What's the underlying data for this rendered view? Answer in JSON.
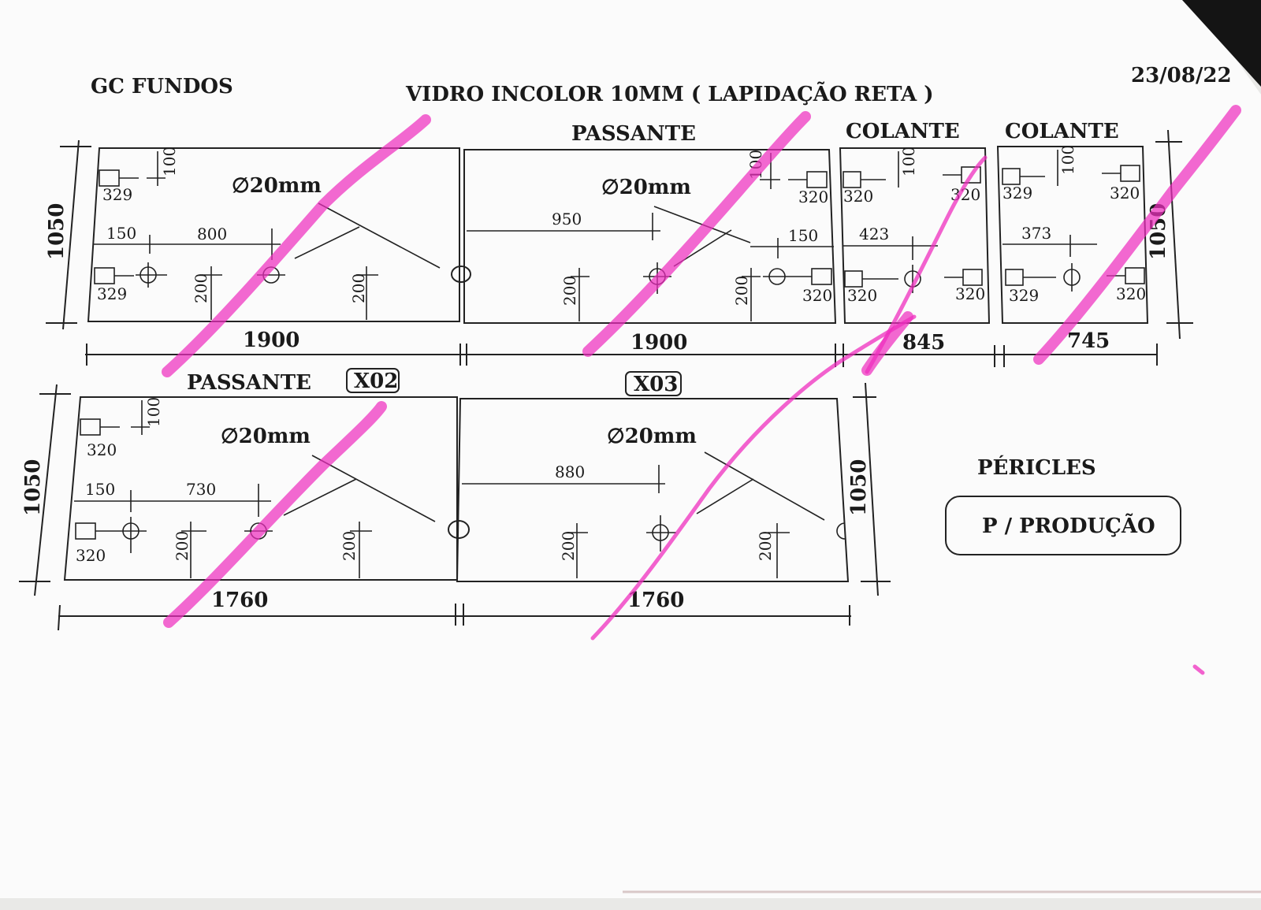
{
  "header": {
    "client": "GC  FUNDOS",
    "material": "VIDRO INCOLOR 10MM ( LAPIDAÇÃO RETA )",
    "date": "23/08/22"
  },
  "row1": {
    "height_left": "1050",
    "height_right": "1050",
    "label_passante": "PASSANTE",
    "label_colante_1": "COLANTE",
    "label_colante_2": "COLANTE",
    "p1": {
      "top_offset": "100",
      "d329a": "329",
      "hole": "∅20mm",
      "d150": "150",
      "d800": "800",
      "d329b": "329",
      "d200a": "200",
      "d200b": "200",
      "width": "1900"
    },
    "p2": {
      "top_offset": "100",
      "d320a": "320",
      "hole": "∅20mm",
      "d950": "950",
      "d150": "150",
      "d200a": "200",
      "d200b": "200",
      "d320b": "320",
      "width": "1900"
    },
    "p3": {
      "top_offset": "100",
      "d320a": "320",
      "d320b": "320",
      "d423": "423",
      "d320c": "320",
      "d320d": "320",
      "width": "845"
    },
    "p4": {
      "top_offset": "100",
      "d329a": "329",
      "d320a": "320",
      "d373": "373",
      "d329b": "329",
      "d320b": "320",
      "width": "745"
    }
  },
  "row2": {
    "height_left": "1050",
    "height_right": "1050",
    "label_passante": "PASSANTE",
    "tag_x02": "X02",
    "tag_x03": "X03",
    "p5": {
      "top_offset": "100",
      "d320a": "320",
      "hole": "∅20mm",
      "d150": "150",
      "d730": "730",
      "d320b": "320",
      "d200a": "200",
      "d200b": "200",
      "width": "1760"
    },
    "p6": {
      "hole": "∅20mm",
      "d880": "880",
      "d200a": "200",
      "d200b": "200",
      "width": "1760"
    }
  },
  "side": {
    "name": "PÉRICLES",
    "stamp": "P / PRODUÇÃO"
  },
  "colors": {
    "marker": "#ef2fbf",
    "ink": "#222222",
    "paper": "#ffffff"
  }
}
